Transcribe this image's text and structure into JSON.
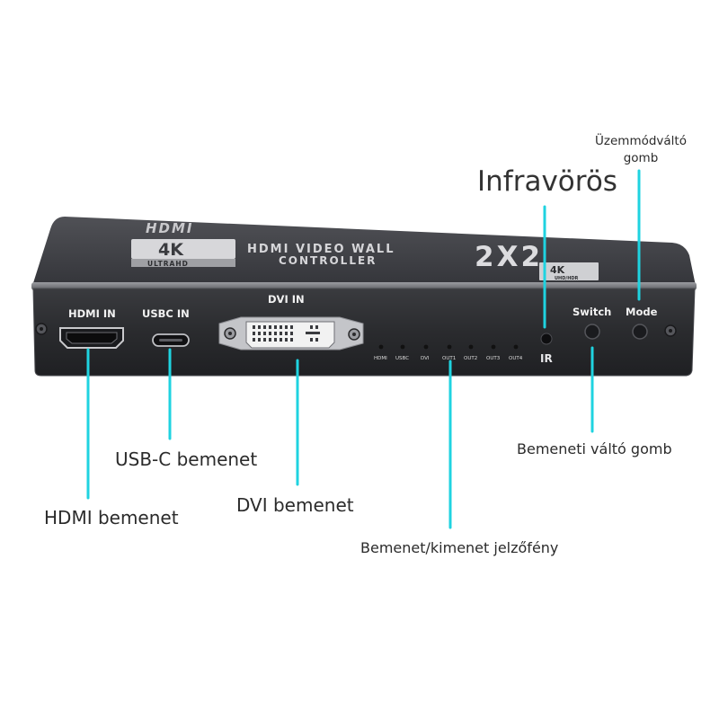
{
  "device": {
    "brand_logo": "HDMI",
    "badge_4k": "4K",
    "badge_ultrahd": "ULTRAHD",
    "product_line1": "HDMI VIDEO WALL",
    "product_line2": "CONTROLLER",
    "model": "2X2",
    "small_badge_4k": "4K",
    "small_badge_sub": "UHD/HDR",
    "port_labels": {
      "hdmi_in": "HDMI IN",
      "usbc_in": "USBC IN",
      "dvi_in": "DVI IN",
      "switch": "Switch",
      "mode": "Mode",
      "ir": "IR"
    },
    "led_labels": [
      "HDMI",
      "USBC",
      "DVI",
      "OUT1",
      "OUT2",
      "OUT3",
      "OUT4"
    ]
  },
  "callouts": {
    "ir": "Infravörös",
    "mode_button": "Üzemmódváltó gomb",
    "usbc_input": "USB-C bemenet",
    "hdmi_input": "HDMI bemenet",
    "dvi_input": "DVI bemenet",
    "switch_button": "Bemeneti váltó gomb",
    "indicator_light": "Bemenet/kimenet jelzőfény"
  },
  "colors": {
    "callout_line": "#1fd3e0",
    "device_body": "#2d2e31",
    "device_top": "#3a3b3f",
    "label_text": "#2b2b2b"
  }
}
